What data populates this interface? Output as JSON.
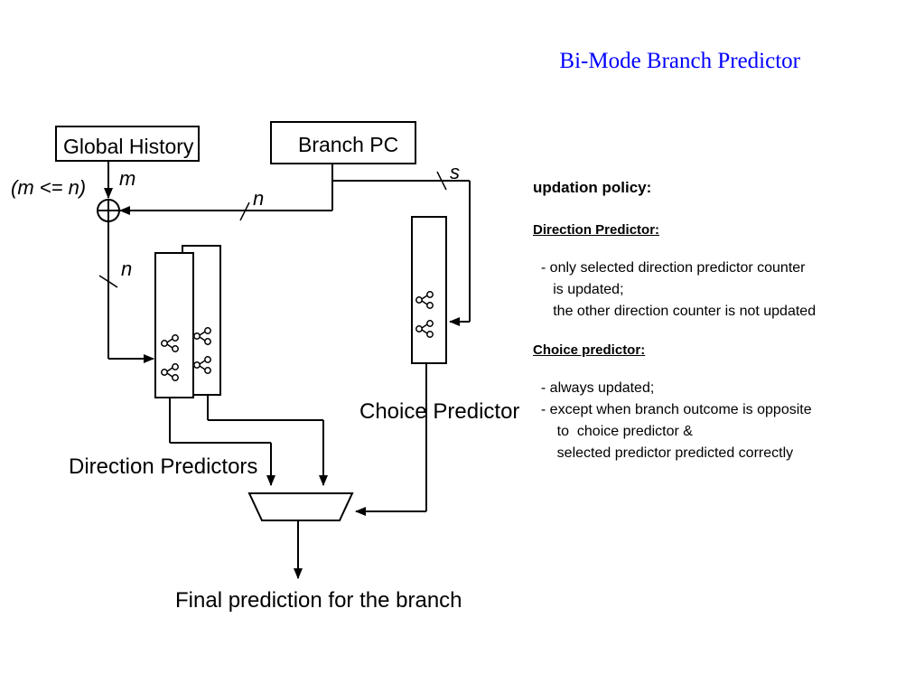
{
  "title": "Bi-Mode Branch Predictor",
  "diagram": {
    "global_history": "Global History",
    "branch_pc": "Branch PC",
    "constraint": "(m <= n)",
    "m": "m",
    "n1": "n",
    "n2": "n",
    "s": "s",
    "choice_predictor": "Choice Predictor",
    "direction_predictors": "Direction Predictors",
    "final_prediction": "Final prediction for the branch"
  },
  "notes": {
    "heading": "updation policy:",
    "direction_title": "Direction Predictor",
    "direction_colon": ":",
    "direction_lines": [
      "  - only selected direction predictor counter",
      "     is updated;",
      "     the other direction counter is not updated"
    ],
    "choice_title": "Choice predictor",
    "choice_colon": ":",
    "choice_lines": [
      "  - always updated;",
      "  - except when branch outcome is opposite",
      "      to  choice predictor &",
      "      selected predictor predicted correctly"
    ]
  }
}
